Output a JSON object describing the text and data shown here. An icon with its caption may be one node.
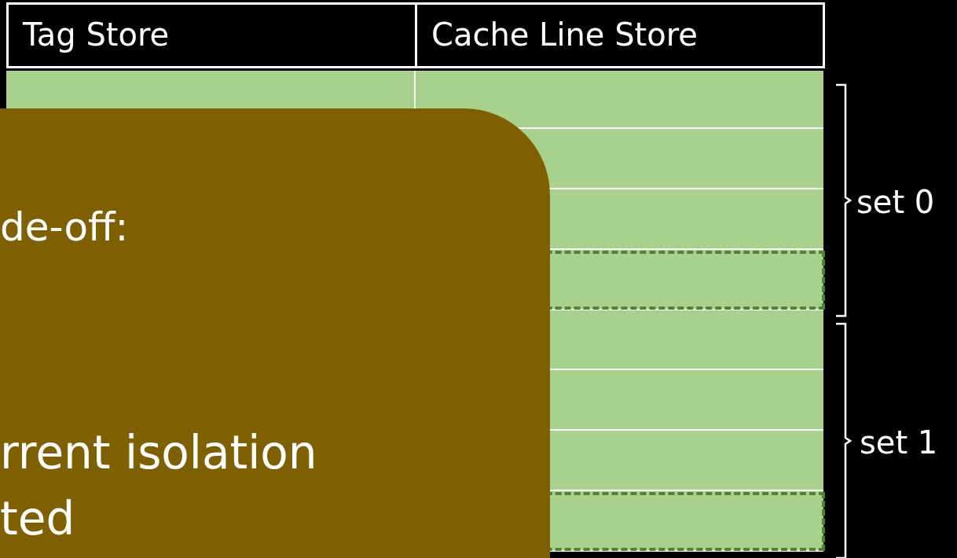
{
  "diagram": {
    "nodes": [
      {
        "text": [
          "de-off:",
          "rrent isolation ted"
        ]
      }
    ],
    "labels": [
      "Tag Store",
      "Cache Line Store",
      "set 0",
      "set 1"
    ]
  }
}
